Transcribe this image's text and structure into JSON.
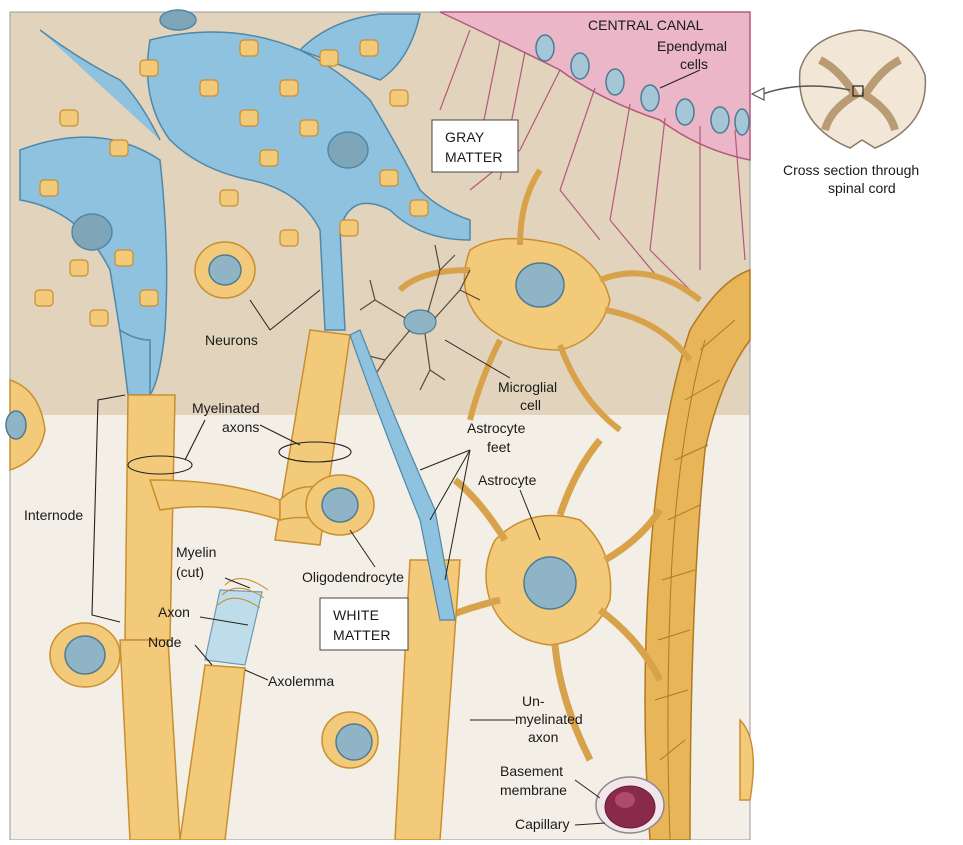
{
  "colors": {
    "gray_matter_bg": "#e2d3bd",
    "white_matter_bg": "#f4efe6",
    "neuron_blue": "#8ec2de",
    "glia_yellow": "#f3c97a",
    "glia_outline": "#c98f2e",
    "nucleus": "#7fa6b8",
    "ependymal_pink": "#c86a8c",
    "capillary": "#e8b558",
    "lumen": "#8a2a4a"
  },
  "labels": {
    "central_canal": "CENTRAL CANAL",
    "ependymal_1": "Ependymal",
    "ependymal_2": "cells",
    "cross_section_1": "Cross section through",
    "cross_section_2": "spinal cord",
    "gray_matter_1": "GRAY",
    "gray_matter_2": "MATTER",
    "neurons": "Neurons",
    "microglial_1": "Microglial",
    "microglial_2": "cell",
    "astrocyte_feet_1": "Astrocyte",
    "astrocyte_feet_2": "feet",
    "astrocyte": "Astrocyte",
    "myelinated_1": "Myelinated",
    "myelinated_2": "axons",
    "internode": "Internode",
    "myelin_cut_1": "Myelin",
    "myelin_cut_2": "(cut)",
    "axon": "Axon",
    "node": "Node",
    "axolemma": "Axolemma",
    "oligodendrocyte": "Oligodendrocyte",
    "white_matter_1": "WHITE",
    "white_matter_2": "MATTER",
    "unmyelinated_1": "Un-",
    "unmyelinated_2": "myelinated",
    "unmyelinated_3": "axon",
    "basement_1": "Basement",
    "basement_2": "membrane",
    "capillary": "Capillary"
  }
}
